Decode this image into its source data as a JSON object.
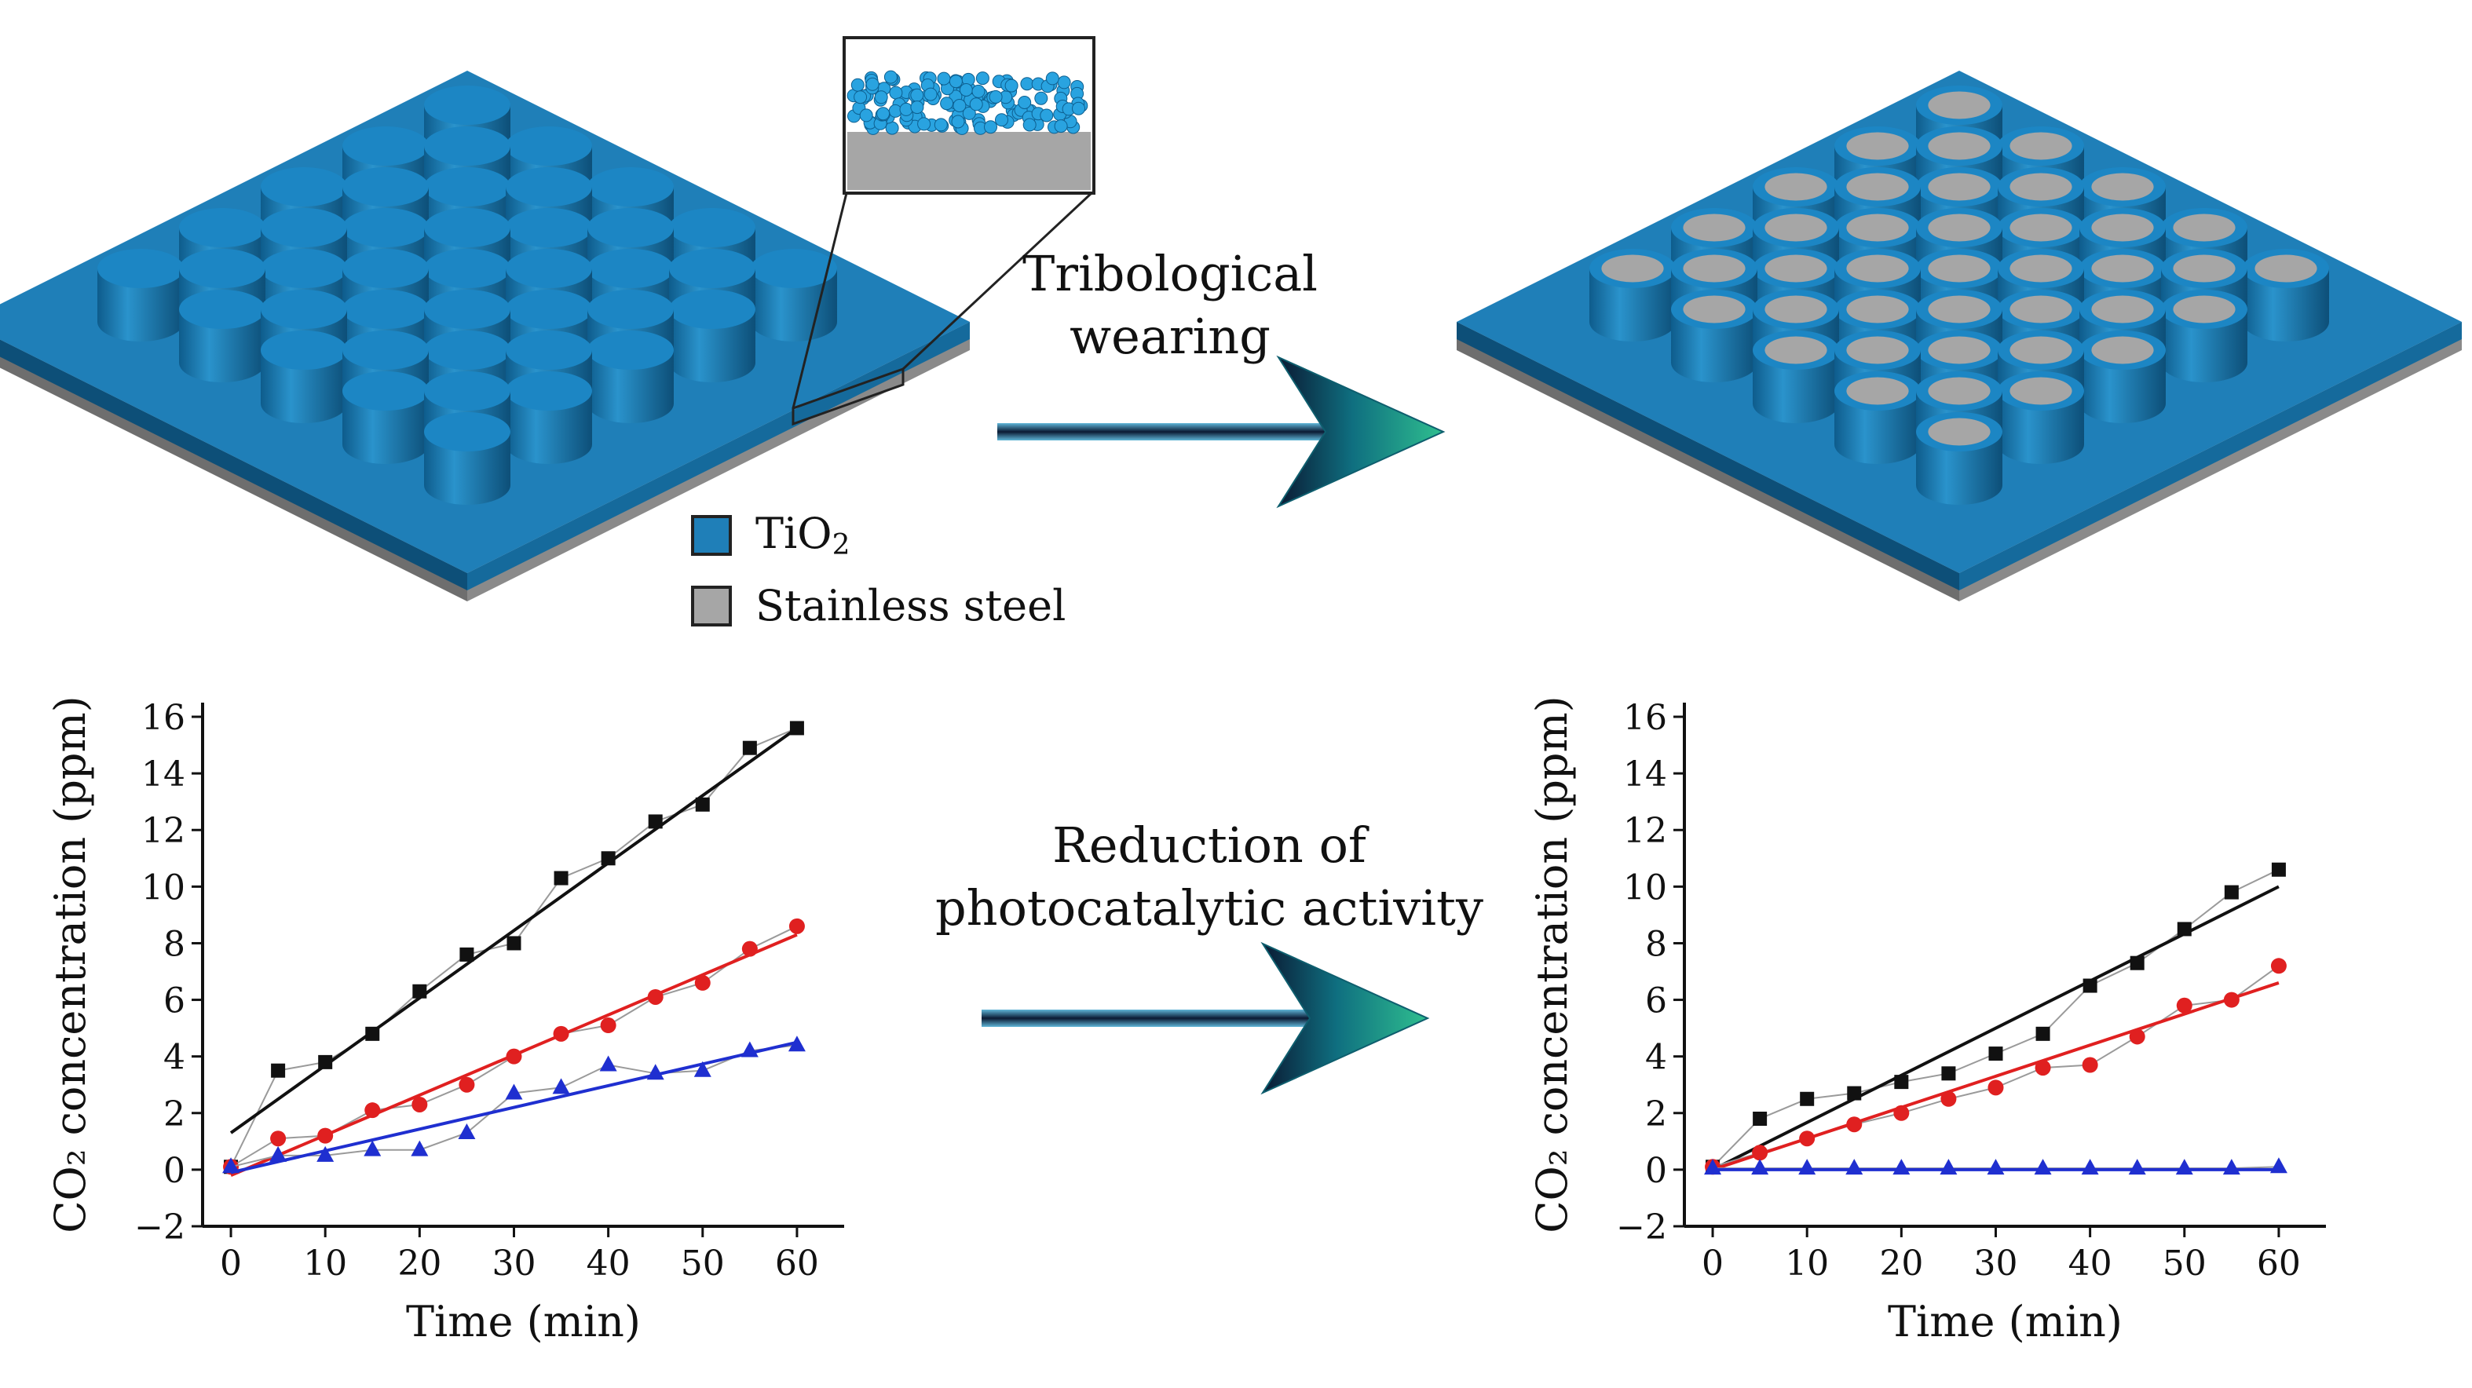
{
  "colors": {
    "tio2": "#1f7fb8",
    "tio2_dark": "#0d4f78",
    "steel": "#a6a6a6",
    "steel_dark": "#6e6e6e",
    "arrow_start": "#0a1a33",
    "arrow_end": "#2fbf8f",
    "series_black": "#111111",
    "series_red": "#e02020",
    "series_blue": "#1f2fd0",
    "particle": "#29a3e0"
  },
  "legend": {
    "tio2_label": "TiO",
    "tio2_subscript": "2",
    "steel_label": "Stainless steel"
  },
  "arrows": {
    "top_line1": "Tribological",
    "top_line2": "wearing",
    "bottom_line1": "Reduction of",
    "bottom_line2": "photocatalytic activity"
  },
  "chart_data": [
    {
      "type": "scatter",
      "xlabel": "Time (min)",
      "ylabel": "CO₂ concentration (ppm)",
      "xlim": [
        -3,
        65
      ],
      "ylim": [
        -2,
        16.5
      ],
      "xticks": [
        0,
        10,
        20,
        30,
        40,
        50,
        60
      ],
      "yticks": [
        -2,
        0,
        2,
        4,
        6,
        8,
        10,
        12,
        14,
        16
      ],
      "series": [
        {
          "marker": "square",
          "color": "#111111",
          "x": [
            0,
            5,
            10,
            15,
            20,
            25,
            30,
            35,
            40,
            45,
            50,
            55,
            60
          ],
          "y": [
            0.1,
            3.5,
            3.8,
            4.8,
            6.3,
            7.6,
            8.0,
            10.3,
            11.0,
            12.3,
            12.9,
            14.9,
            15.6
          ],
          "fit": [
            1.3,
            15.6
          ]
        },
        {
          "marker": "circle",
          "color": "#e02020",
          "x": [
            0,
            5,
            10,
            15,
            20,
            25,
            30,
            35,
            40,
            45,
            50,
            55,
            60
          ],
          "y": [
            0.1,
            1.1,
            1.2,
            2.1,
            2.3,
            3.0,
            4.0,
            4.8,
            5.1,
            6.1,
            6.6,
            7.8,
            8.6
          ],
          "fit": [
            -0.2,
            8.3
          ]
        },
        {
          "marker": "triangle",
          "color": "#1f2fd0",
          "x": [
            0,
            5,
            10,
            15,
            20,
            25,
            30,
            35,
            40,
            45,
            50,
            55,
            60
          ],
          "y": [
            0.1,
            0.5,
            0.5,
            0.7,
            0.7,
            1.3,
            2.7,
            2.9,
            3.7,
            3.4,
            3.5,
            4.2,
            4.4
          ],
          "fit": [
            -0.1,
            4.5
          ]
        }
      ]
    },
    {
      "type": "scatter",
      "xlabel": "Time (min)",
      "ylabel": "CO₂ concentration (ppm)",
      "xlim": [
        -3,
        65
      ],
      "ylim": [
        -2,
        16.5
      ],
      "xticks": [
        0,
        10,
        20,
        30,
        40,
        50,
        60
      ],
      "yticks": [
        -2,
        0,
        2,
        4,
        6,
        8,
        10,
        12,
        14,
        16
      ],
      "series": [
        {
          "marker": "square",
          "color": "#111111",
          "x": [
            0,
            5,
            10,
            15,
            20,
            25,
            30,
            35,
            40,
            45,
            50,
            55,
            60
          ],
          "y": [
            0.1,
            1.8,
            2.5,
            2.7,
            3.1,
            3.4,
            4.1,
            4.8,
            6.5,
            7.3,
            8.5,
            9.8,
            10.6
          ],
          "fit": [
            0.0,
            10.0
          ]
        },
        {
          "marker": "circle",
          "color": "#e02020",
          "x": [
            0,
            5,
            10,
            15,
            20,
            25,
            30,
            35,
            40,
            45,
            50,
            55,
            60
          ],
          "y": [
            0.1,
            0.6,
            1.1,
            1.6,
            2.0,
            2.5,
            2.9,
            3.6,
            3.7,
            4.7,
            5.8,
            6.0,
            7.2
          ],
          "fit": [
            0.0,
            6.6
          ]
        },
        {
          "marker": "triangle",
          "color": "#1f2fd0",
          "x": [
            0,
            5,
            10,
            15,
            20,
            25,
            30,
            35,
            40,
            45,
            50,
            55,
            60
          ],
          "y": [
            0.05,
            0.05,
            0.05,
            0.05,
            0.05,
            0.05,
            0.05,
            0.05,
            0.05,
            0.05,
            0.05,
            0.05,
            0.1
          ],
          "fit": [
            0.0,
            0.0
          ]
        }
      ]
    }
  ]
}
